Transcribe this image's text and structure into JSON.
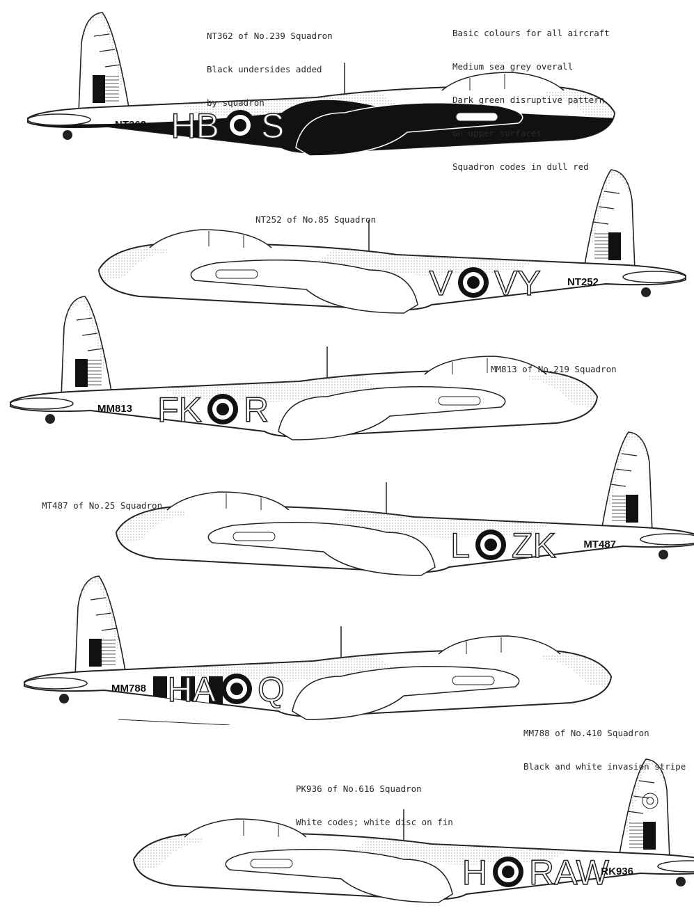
{
  "notes": {
    "general": [
      "Basic colours for all aircraft",
      "Medium sea grey overall",
      "Dark green disruptive pattern",
      "on upper surfaces",
      "Squadron codes in dull red"
    ]
  },
  "aircraft": [
    {
      "caption": [
        "NT362 of No.239 Squadron",
        "Black undersides added",
        "by squadron"
      ],
      "serial": "NT362",
      "codes_left": "HB",
      "codes_right": "S",
      "black_undersides": true,
      "invasion_stripes": false
    },
    {
      "caption": [
        "NT252 of No.85 Squadron"
      ],
      "serial": "NT252",
      "codes_left": "V",
      "codes_right": "VY",
      "black_undersides": false,
      "invasion_stripes": false
    },
    {
      "caption": [
        "MM813 of No.219 Squadron"
      ],
      "serial": "MM813",
      "codes_left": "FK",
      "codes_right": "R",
      "black_undersides": false,
      "invasion_stripes": false
    },
    {
      "caption": [
        "MT487 of No.25 Squadron"
      ],
      "serial": "MT487",
      "codes_left": "L",
      "codes_right": "ZK",
      "black_undersides": false,
      "invasion_stripes": false
    },
    {
      "caption": [
        "MM788 of No.410 Squadron",
        "Black and white invasion stripe"
      ],
      "serial": "MM788",
      "codes_left": "HA",
      "codes_right": "Q",
      "black_undersides": false,
      "invasion_stripes": true
    },
    {
      "caption": [
        "PK936 of No.616 Squadron",
        "White codes; white disc on fin"
      ],
      "serial": "RK936",
      "codes_left": "H",
      "codes_right": "RAW",
      "black_undersides": false,
      "invasion_stripes": false,
      "fin_disc": true
    }
  ]
}
